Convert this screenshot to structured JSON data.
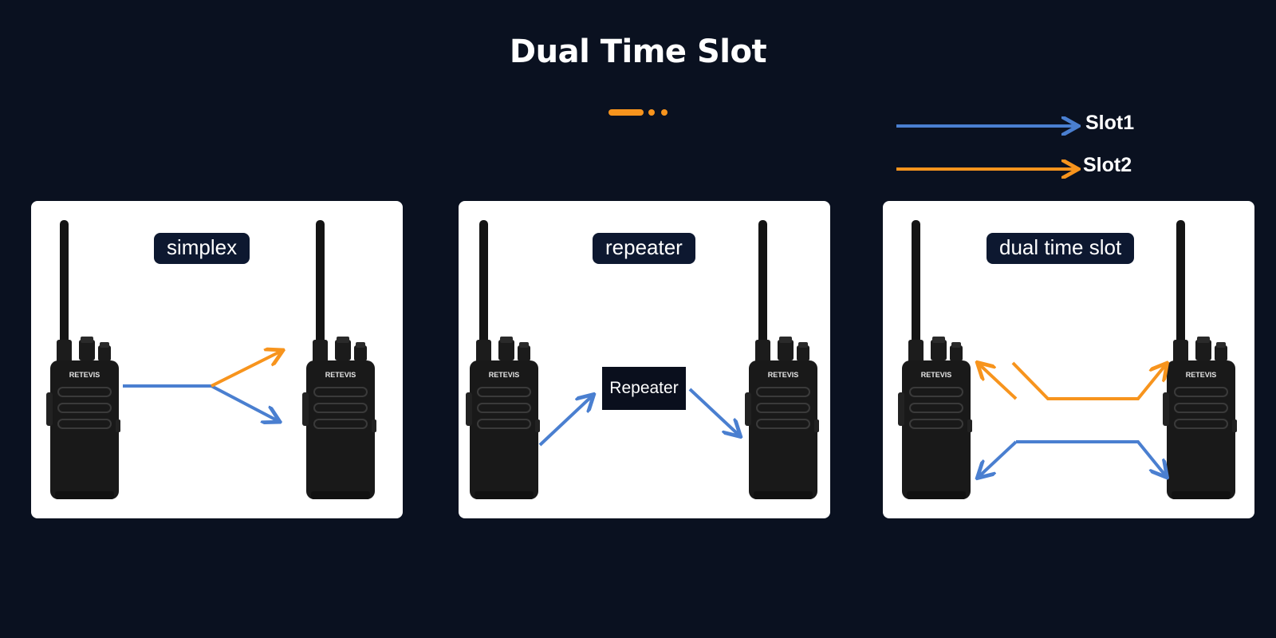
{
  "title": "Dual Time Slot",
  "legend": {
    "items": [
      {
        "label": "Slot1",
        "color": "#4a7fd0"
      },
      {
        "label": "Slot2",
        "color": "#f7941d"
      }
    ]
  },
  "colors": {
    "background": "#0a1120",
    "accent": "#f7941d",
    "slot1": "#4a7fd0",
    "slot2": "#f7941d",
    "pill": "#0d1830"
  },
  "panels": [
    {
      "label": "simplex"
    },
    {
      "label": "repeater",
      "box_label": "Repeater"
    },
    {
      "label": "dual time slot"
    }
  ],
  "radio_brand": "RETEVIS"
}
